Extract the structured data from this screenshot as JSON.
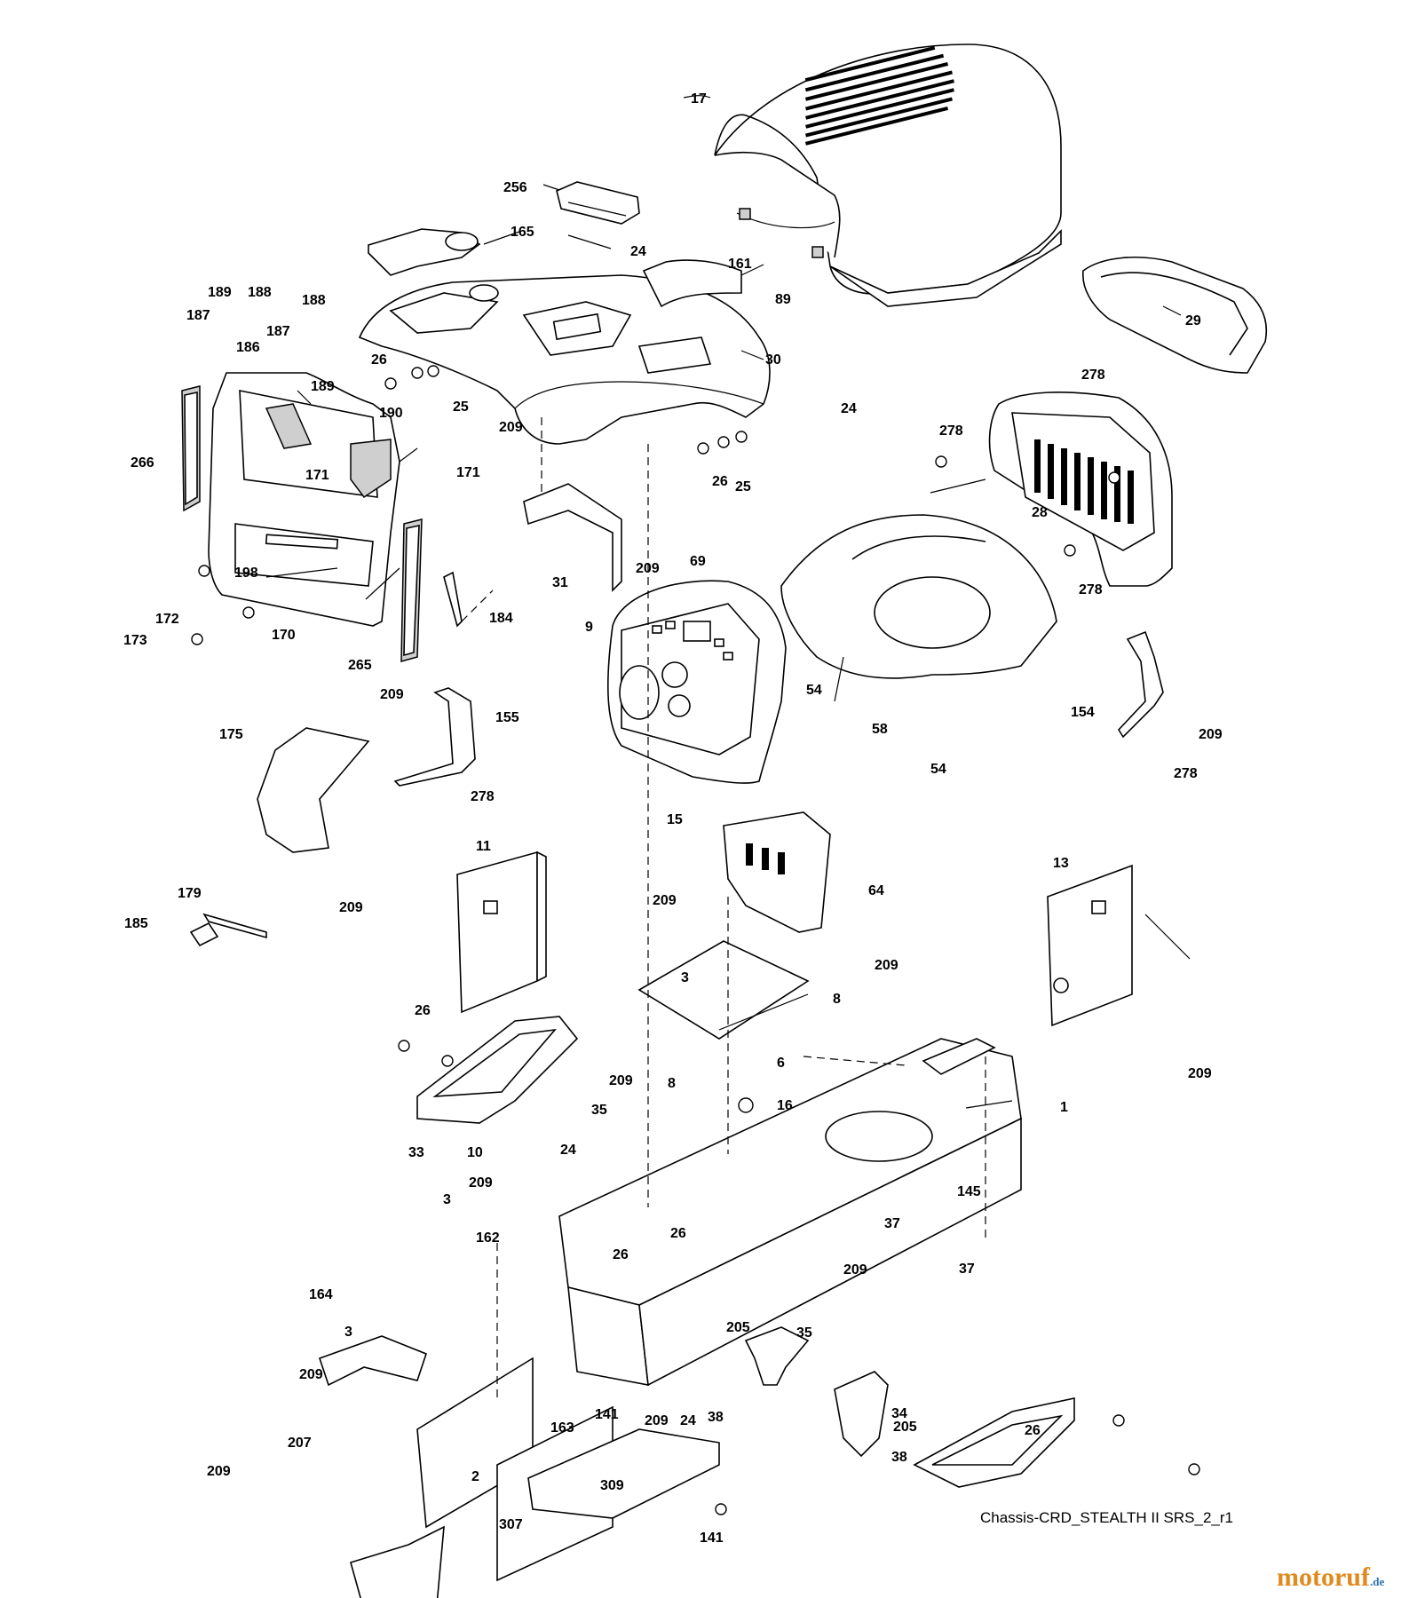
{
  "caption": "Chassis-CRD_STEALTH II SRS_2_r1",
  "logo": {
    "name": "motoruf",
    "tld": ".de"
  },
  "callouts": [
    {
      "id": "c17",
      "text": "17"
    },
    {
      "id": "c256",
      "text": "256"
    },
    {
      "id": "c165",
      "text": "165"
    },
    {
      "id": "c24a",
      "text": "24"
    },
    {
      "id": "c161",
      "text": "161"
    },
    {
      "id": "c89",
      "text": "89"
    },
    {
      "id": "c29",
      "text": "29"
    },
    {
      "id": "c278a",
      "text": "278"
    },
    {
      "id": "c189a",
      "text": "189"
    },
    {
      "id": "c188a",
      "text": "188"
    },
    {
      "id": "c187a",
      "text": "187"
    },
    {
      "id": "c188b",
      "text": "188"
    },
    {
      "id": "c187b",
      "text": "187"
    },
    {
      "id": "c186",
      "text": "186"
    },
    {
      "id": "c189b",
      "text": "189"
    },
    {
      "id": "c26a",
      "text": "26"
    },
    {
      "id": "c25a",
      "text": "25"
    },
    {
      "id": "c190",
      "text": "190"
    },
    {
      "id": "c30",
      "text": "30"
    },
    {
      "id": "c24b",
      "text": "24"
    },
    {
      "id": "c278b",
      "text": "278"
    },
    {
      "id": "c209a",
      "text": "209"
    },
    {
      "id": "c266",
      "text": "266"
    },
    {
      "id": "c171a",
      "text": "171"
    },
    {
      "id": "c171b",
      "text": "171"
    },
    {
      "id": "c26b",
      "text": "26"
    },
    {
      "id": "c25b",
      "text": "25"
    },
    {
      "id": "c28",
      "text": "28"
    },
    {
      "id": "c69",
      "text": "69"
    },
    {
      "id": "c278c",
      "text": "278"
    },
    {
      "id": "c198",
      "text": "198"
    },
    {
      "id": "c31",
      "text": "31"
    },
    {
      "id": "c209b",
      "text": "209"
    },
    {
      "id": "c172",
      "text": "172"
    },
    {
      "id": "c184",
      "text": "184"
    },
    {
      "id": "c173",
      "text": "173"
    },
    {
      "id": "c170",
      "text": "170"
    },
    {
      "id": "c9",
      "text": "9"
    },
    {
      "id": "c265",
      "text": "265"
    },
    {
      "id": "c54a",
      "text": "54"
    },
    {
      "id": "c209c",
      "text": "209"
    },
    {
      "id": "c155",
      "text": "155"
    },
    {
      "id": "c175",
      "text": "175"
    },
    {
      "id": "c58",
      "text": "58"
    },
    {
      "id": "c154",
      "text": "154"
    },
    {
      "id": "c209d",
      "text": "209"
    },
    {
      "id": "c54b",
      "text": "54"
    },
    {
      "id": "c278d",
      "text": "278"
    },
    {
      "id": "c278e",
      "text": "278"
    },
    {
      "id": "c15",
      "text": "15"
    },
    {
      "id": "c11",
      "text": "11"
    },
    {
      "id": "c13",
      "text": "13"
    },
    {
      "id": "c64",
      "text": "64"
    },
    {
      "id": "c179",
      "text": "179"
    },
    {
      "id": "c209e",
      "text": "209"
    },
    {
      "id": "c209f",
      "text": "209"
    },
    {
      "id": "c185",
      "text": "185"
    },
    {
      "id": "c209g",
      "text": "209"
    },
    {
      "id": "c3a",
      "text": "3"
    },
    {
      "id": "c8a",
      "text": "8"
    },
    {
      "id": "c26c",
      "text": "26"
    },
    {
      "id": "c209h",
      "text": "209"
    },
    {
      "id": "c6",
      "text": "6"
    },
    {
      "id": "c8b",
      "text": "8"
    },
    {
      "id": "c209i",
      "text": "209"
    },
    {
      "id": "c16",
      "text": "16"
    },
    {
      "id": "c35a",
      "text": "35"
    },
    {
      "id": "c1",
      "text": "1"
    },
    {
      "id": "c33",
      "text": "33"
    },
    {
      "id": "c10",
      "text": "10"
    },
    {
      "id": "c24c",
      "text": "24"
    },
    {
      "id": "c209j",
      "text": "209"
    },
    {
      "id": "c3b",
      "text": "3"
    },
    {
      "id": "c145",
      "text": "145"
    },
    {
      "id": "c162",
      "text": "162"
    },
    {
      "id": "c26d",
      "text": "26"
    },
    {
      "id": "c26e",
      "text": "26"
    },
    {
      "id": "c37a",
      "text": "37"
    },
    {
      "id": "c209k",
      "text": "209"
    },
    {
      "id": "c37b",
      "text": "37"
    },
    {
      "id": "c164",
      "text": "164"
    },
    {
      "id": "c3c",
      "text": "3"
    },
    {
      "id": "c35b",
      "text": "35"
    },
    {
      "id": "c205a",
      "text": "205"
    },
    {
      "id": "c34",
      "text": "34"
    },
    {
      "id": "c209l",
      "text": "209"
    },
    {
      "id": "c38a",
      "text": "38"
    },
    {
      "id": "c205b",
      "text": "205"
    },
    {
      "id": "c26f",
      "text": "26"
    },
    {
      "id": "c141a",
      "text": "141"
    },
    {
      "id": "c207",
      "text": "207"
    },
    {
      "id": "c163",
      "text": "163"
    },
    {
      "id": "c209m",
      "text": "209"
    },
    {
      "id": "c24d",
      "text": "24"
    },
    {
      "id": "c38b",
      "text": "38"
    },
    {
      "id": "c209n",
      "text": "209"
    },
    {
      "id": "c2",
      "text": "2"
    },
    {
      "id": "c309",
      "text": "309"
    },
    {
      "id": "c307",
      "text": "307"
    },
    {
      "id": "c141b",
      "text": "141"
    }
  ]
}
